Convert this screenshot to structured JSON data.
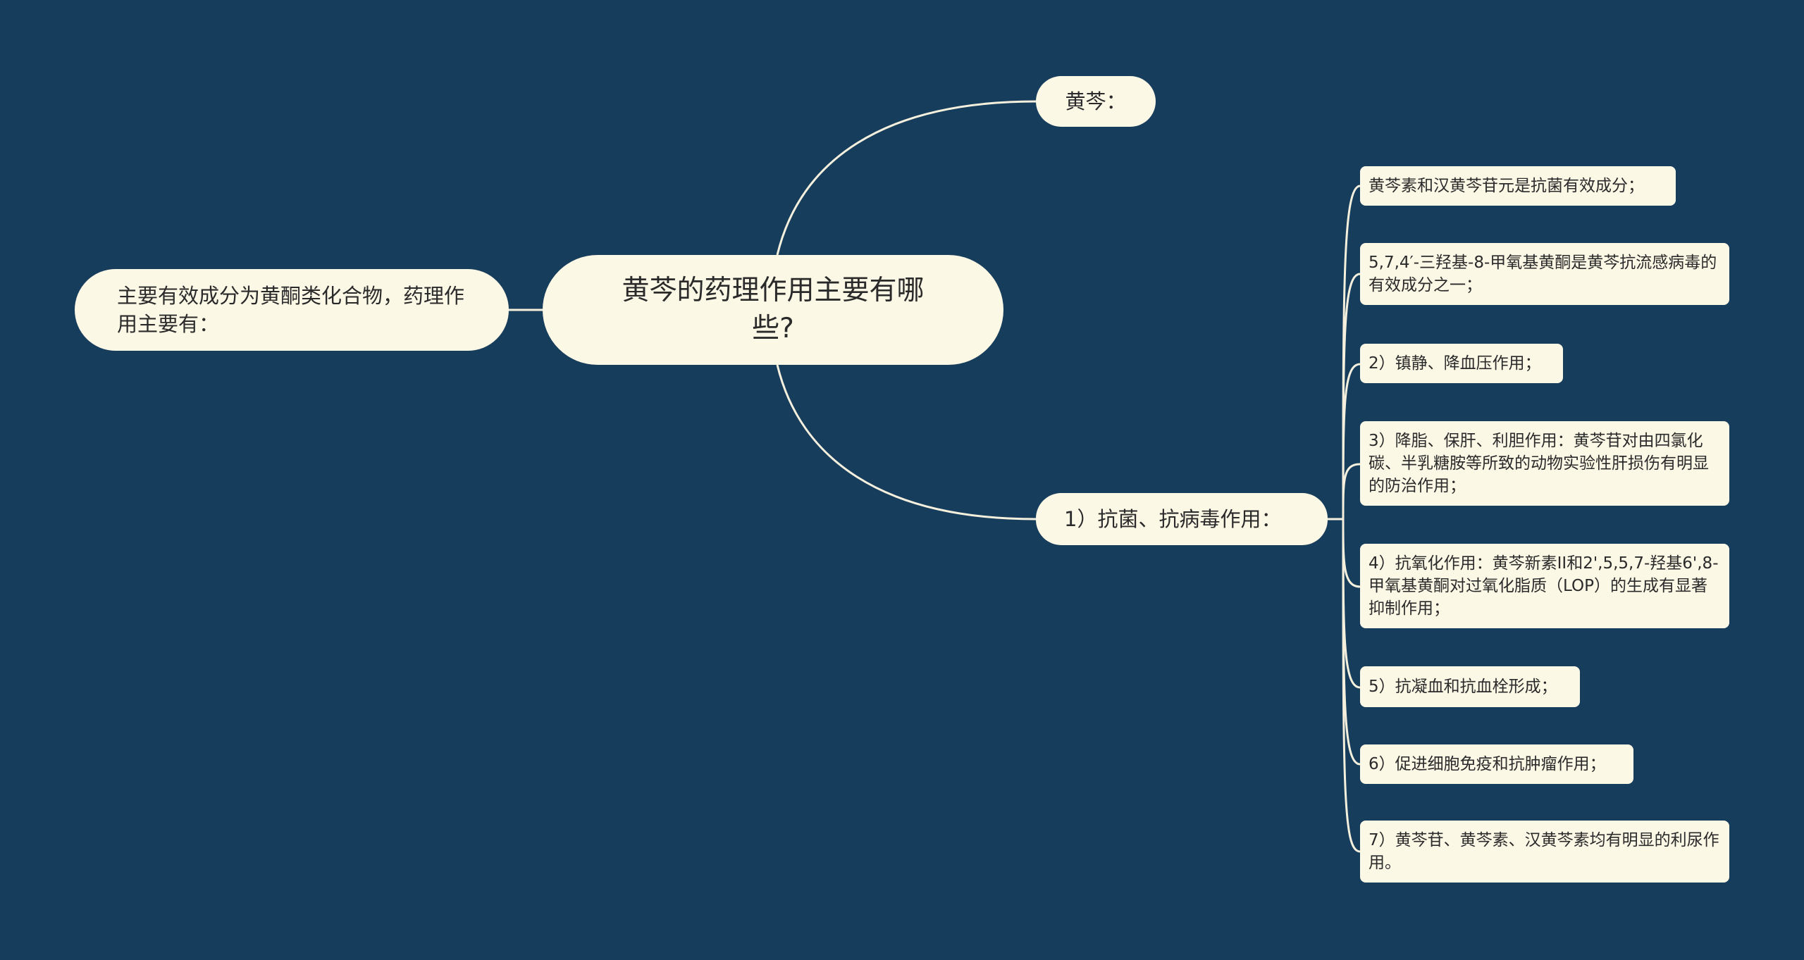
{
  "root": {
    "title": "黄芩的药理作用主要有哪些?"
  },
  "left": {
    "text": "主要有效成分为黄酮类化合物，药理作用主要有："
  },
  "right": {
    "top": "黄芩：",
    "branch": "1）抗菌、抗病毒作用：",
    "leaves": [
      "黄芩素和汉黄芩苷元是抗菌有效成分；",
      "5,7,4′-三羟基-8-甲氧基黄酮是黄芩抗流感病毒的有效成分之一；",
      "2）镇静、降血压作用；",
      "3）降脂、保肝、利胆作用：黄芩苷对由四氯化碳、半乳糖胺等所致的动物实验性肝损伤有明显的防治作用；",
      "4）抗氧化作用：黄芩新素II和2',5,5,7-羟基6',8-甲氧基黄酮对过氧化脂质（LOP）的生成有显著抑制作用；",
      "5）抗凝血和抗血栓形成；",
      "6）促进细胞免疫和抗肿瘤作用；",
      "7）黄芩苷、黄芩素、汉黄芩素均有明显的利尿作用。"
    ]
  },
  "colors": {
    "background": "#173d5c",
    "node": "#fcf8e6",
    "line": "#f4f0dd"
  }
}
